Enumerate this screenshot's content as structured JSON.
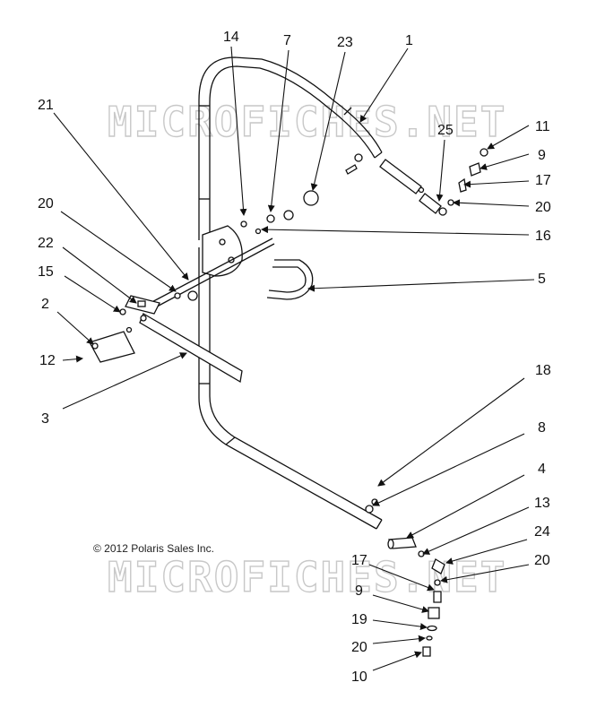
{
  "watermark": {
    "top": "MICROFICHES.NET",
    "bottom": "MICROFICHES.NET"
  },
  "copyright": "© 2012 Polaris Sales Inc.",
  "callouts": {
    "c14": "14",
    "c7": "7",
    "c23": "23",
    "c1": "1",
    "c21": "21",
    "c25": "25",
    "c11": "11",
    "c9a": "9",
    "c17a": "17",
    "c20a": "20",
    "c20b": "20",
    "c16": "16",
    "c22": "22",
    "c5": "5",
    "c15": "15",
    "c2": "2",
    "c12": "12",
    "c3": "3",
    "c18": "18",
    "c8": "8",
    "c4": "4",
    "c13": "13",
    "c24": "24",
    "c17b": "17",
    "c20c": "20",
    "c9b": "9",
    "c19": "19",
    "c20d": "20",
    "c10": "10"
  }
}
